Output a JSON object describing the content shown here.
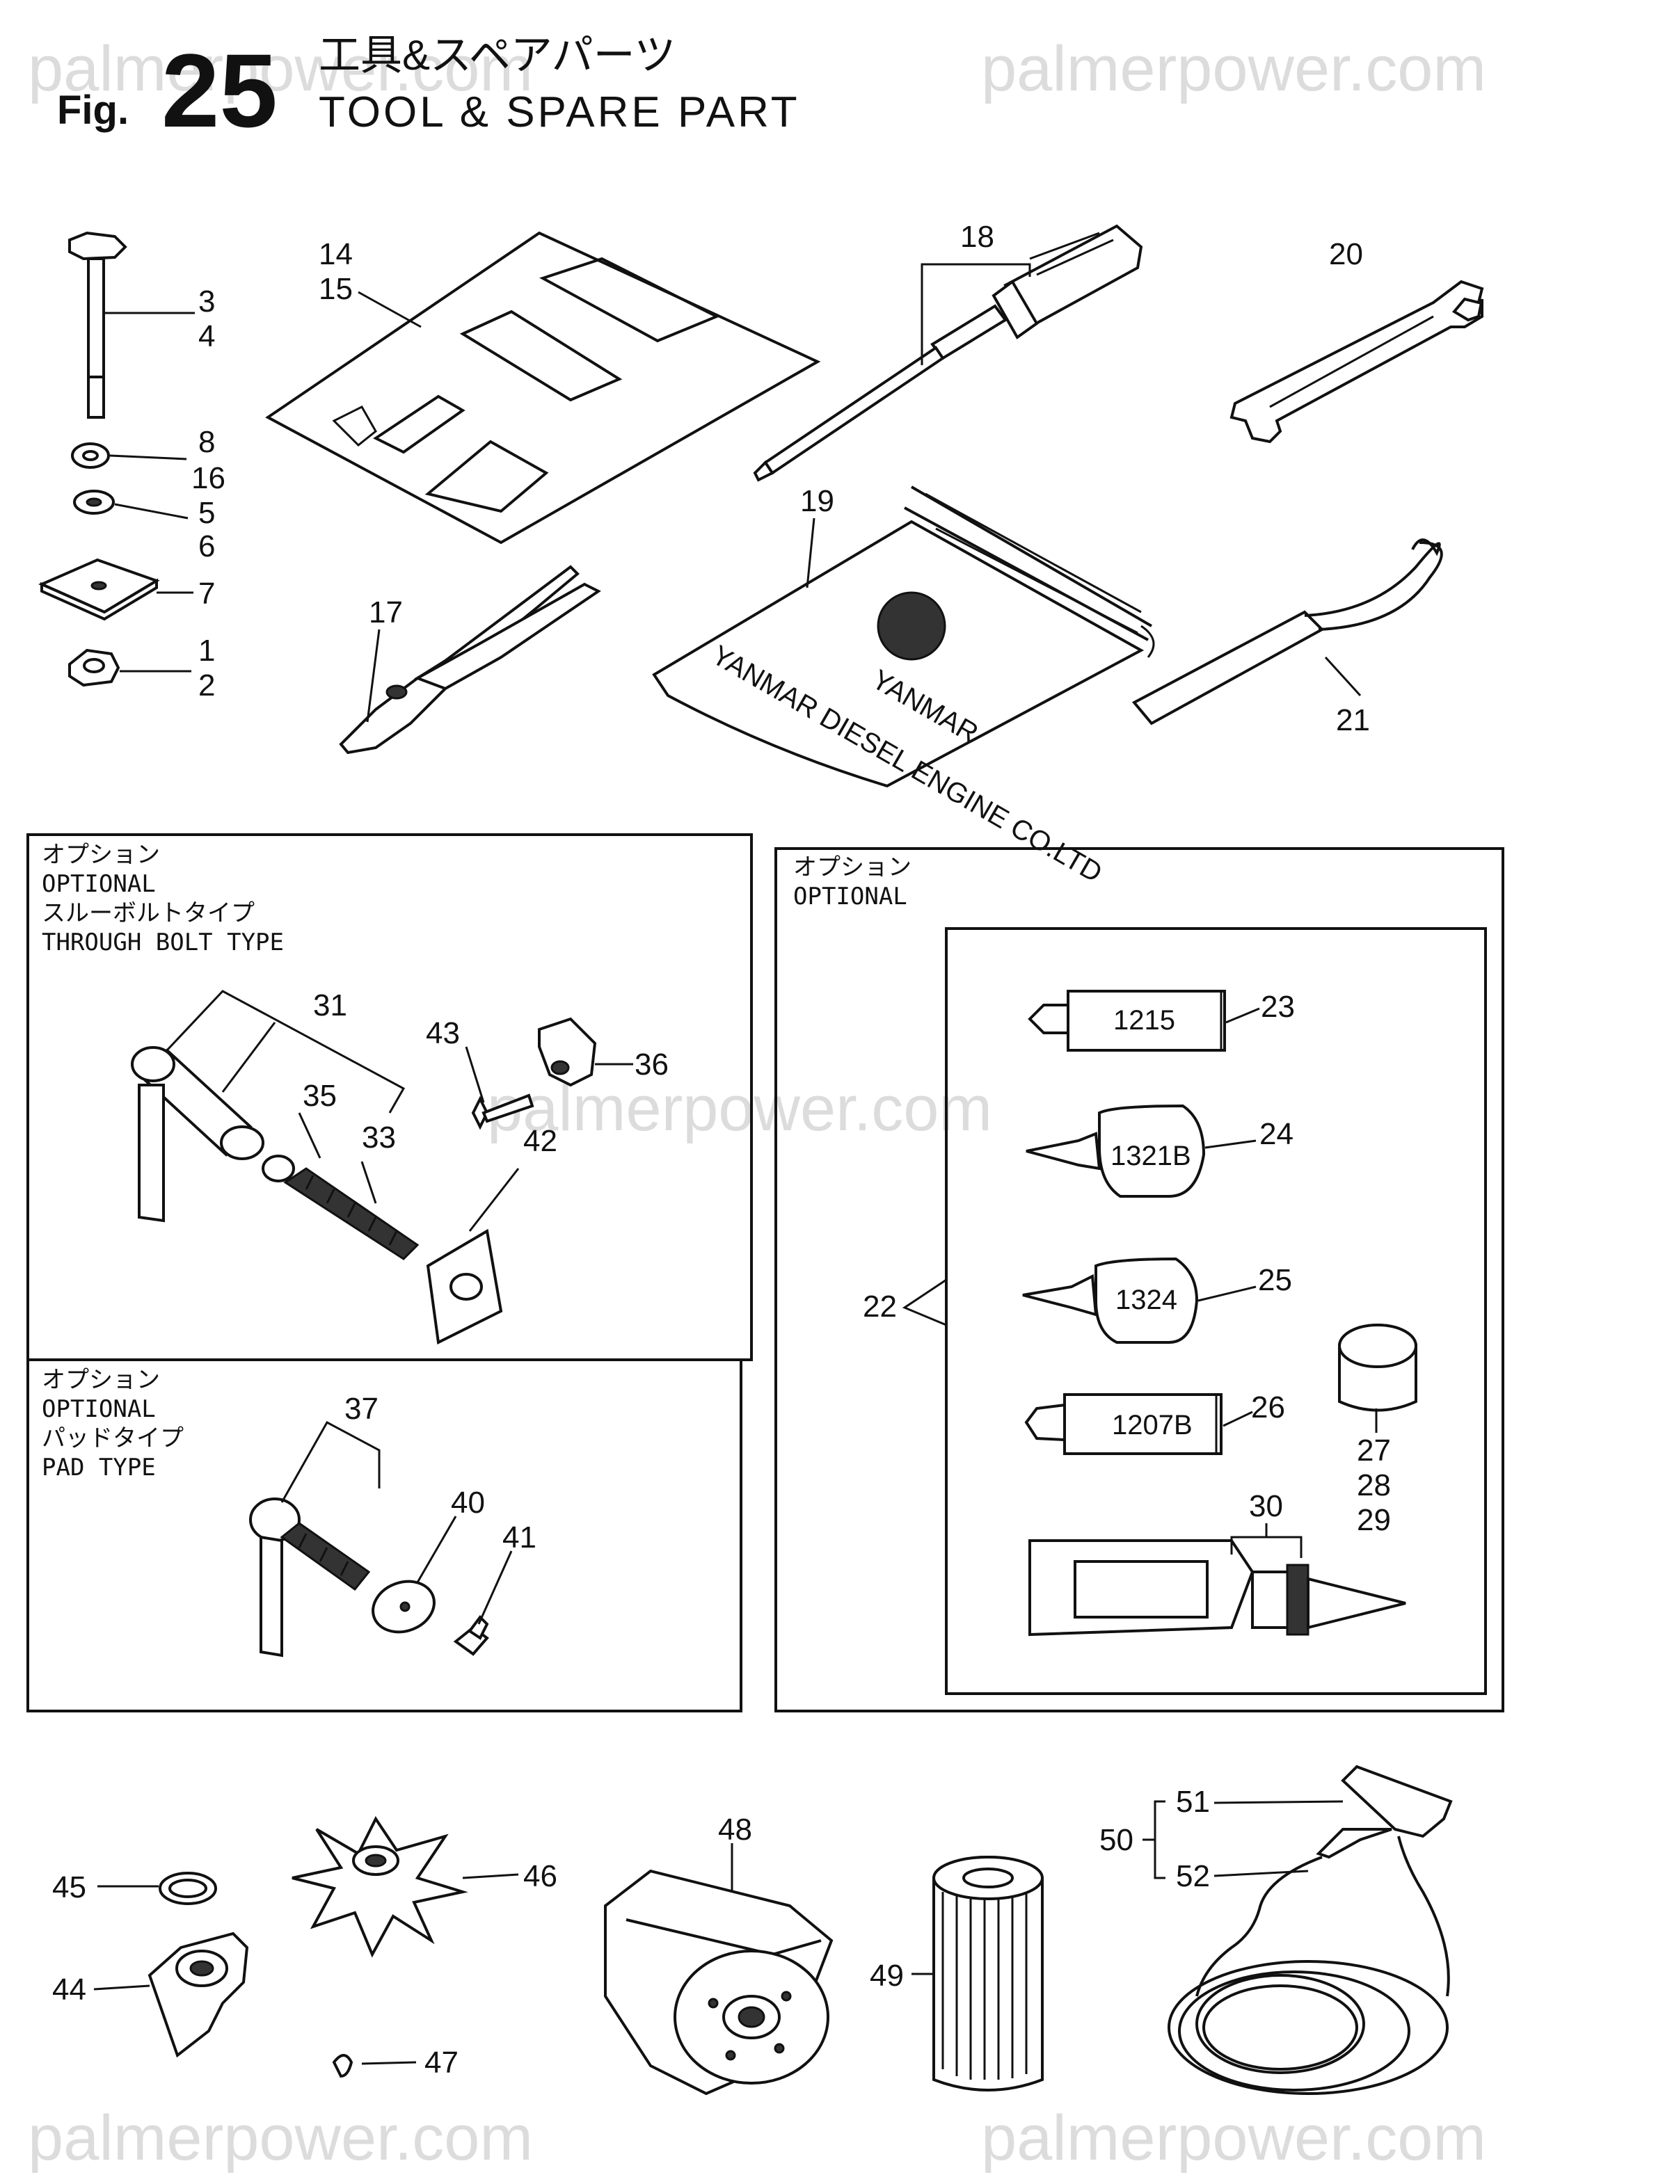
{
  "watermark": "palmerpower.com",
  "header": {
    "fig_prefix": "Fig.",
    "fig_number": "25",
    "title_jp": "工具&スペアパーツ",
    "title_en": "TOOL & SPARE PART"
  },
  "sections": {
    "through_bolt": {
      "jp_option": "オプション",
      "en_option": "OPTIONAL",
      "jp_type": "スルーボルトタイプ",
      "en_type": "THROUGH BOLT TYPE"
    },
    "pad": {
      "jp_option": "オプション",
      "en_option": "OPTIONAL",
      "jp_type": "パッドタイプ",
      "en_type": "PAD TYPE"
    },
    "sealants": {
      "jp_option": "オプション",
      "en_option": "OPTIONAL"
    }
  },
  "tube_labels": {
    "t1215": "1215",
    "t1321b": "1321B",
    "t1324": "1324",
    "t1207b": "1207B"
  },
  "bag_text": {
    "brand": "YANMAR",
    "company": "YANMAR DIESEL ENGINE CO.LTD"
  },
  "callouts": {
    "c1": "1",
    "c2": "2",
    "c3": "3",
    "c4": "4",
    "c5": "5",
    "c6": "6",
    "c7": "7",
    "c8": "8",
    "c14": "14",
    "c15": "15",
    "c16": "16",
    "c17": "17",
    "c18": "18",
    "c19": "19",
    "c20": "20",
    "c21": "21",
    "c22": "22",
    "c23": "23",
    "c24": "24",
    "c25": "25",
    "c26": "26",
    "c27": "27",
    "c28": "28",
    "c29": "29",
    "c30": "30",
    "c31": "31",
    "c33": "33",
    "c35": "35",
    "c36": "36",
    "c37": "37",
    "c40": "40",
    "c41": "41",
    "c42": "42",
    "c43": "43",
    "c44": "44",
    "c45": "45",
    "c46": "46",
    "c47": "47",
    "c48": "48",
    "c49": "49",
    "c50": "50",
    "c51": "51",
    "c52": "52"
  }
}
